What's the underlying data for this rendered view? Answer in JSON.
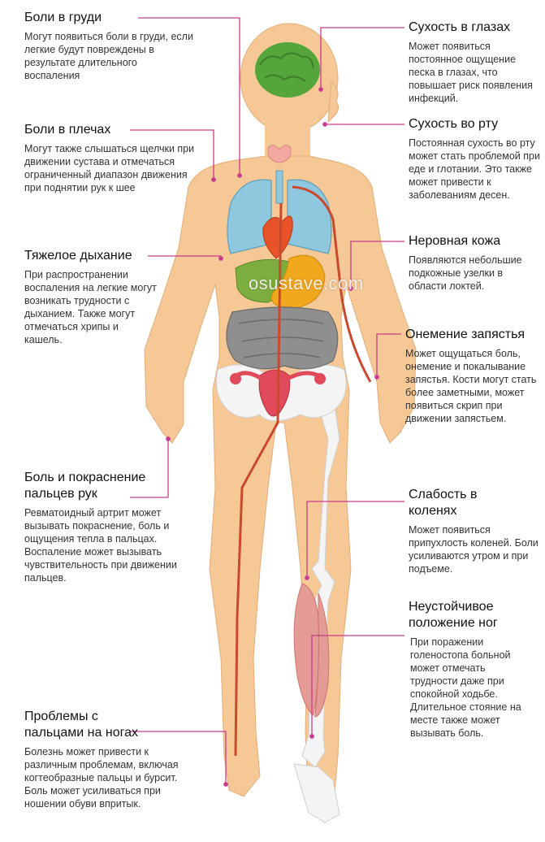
{
  "watermark": "osustave.com",
  "colors": {
    "skin": "#F6C896",
    "skin_outline": "#E2AE7A",
    "brain": "#55A63A",
    "lungs": "#8FC8DE",
    "heart": "#E8532A",
    "liver": "#7BAE3F",
    "stomach": "#F2A81C",
    "intestine": "#8F8F8F",
    "uterus": "#E04A5A",
    "artery": "#C9492E",
    "bone": "#F4F4F4",
    "muscle": "#E59B95",
    "leader_line": "#C83C8C"
  },
  "callouts": {
    "chest_pain": {
      "title": "Боли в груди",
      "text": "Могут появиться боли в груди, если легкие будут повреждены в результате длительного воспаления"
    },
    "dry_eyes": {
      "title": "Сухость в глазах",
      "text": "Может появиться постоянное ощущение песка в глазах, что повышает риск появления инфекций."
    },
    "shoulder_pain": {
      "title": "Боли в плечах",
      "text": "Могут также слышаться щелчки при движении сустава и отмечаться ограниченный диапазон движения при поднятии рук к шее"
    },
    "dry_mouth": {
      "title": "Сухость во рту",
      "text": "Постоянная сухость во рту может стать проблемой при еде и глотании. Это также может привести к заболеваниям десен."
    },
    "heavy_breathing": {
      "title": "Тяжелое дыхание",
      "text": "При распространении воспаления на легкие могут возникать трудности с дыханием. Также могут отмечаться хрипы и кашель."
    },
    "uneven_skin": {
      "title": "Неровная кожа",
      "text": "Появляются небольшие подкожные узелки в области локтей."
    },
    "wrist_numbness": {
      "title": "Онемение запястья",
      "text": "Может ощущаться боль, онемение и покалывание запястья. Кости могут стать более заметными, может появиться скрип при движении запястьем."
    },
    "finger_pain": {
      "title": "Боль и покраснение пальцев рук",
      "text": "Ревматоидный артрит может вызывать покраснение, боль и ощущения тепла в пальцах. Воспаление может вызывать чувствительность при движении пальцев."
    },
    "knee_weakness": {
      "title": "Слабость в коленях",
      "text": "Может появиться припухлость коленей. Боли усиливаются утром и при подъеме."
    },
    "unstable_legs": {
      "title": "Неустойчивое положение ног",
      "text": "При поражении голеностопа больной может отмечать трудности даже при спокойной ходьбе. Длительное стояние на месте также может вызывать боль."
    },
    "toe_problems": {
      "title": "Проблемы с пальцами на ногах",
      "text": "Болезнь может привести к различным проблемам, включая когтеобразные пальцы и бурсит. Боль может усиливаться при ношении обуви впритык."
    }
  }
}
